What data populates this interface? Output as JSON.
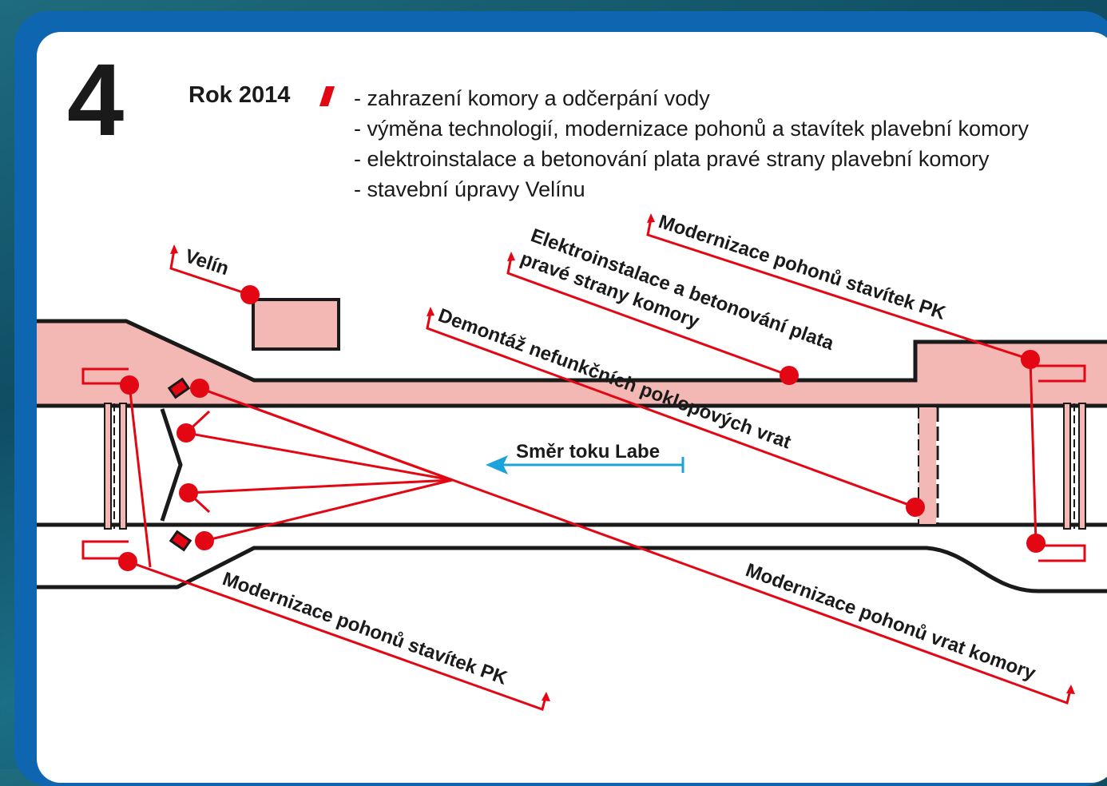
{
  "number": "4",
  "year": "Rok 2014",
  "tasks": [
    "- zahrazení komory a odčerpání vody",
    "- výměna technologií, modernizace pohonů a stavítek plavební komory",
    "- elektroinstalace a betonování plata pravé strany plavební komory",
    "- stavební úpravy Velínu"
  ],
  "labels": {
    "velin": "Velín",
    "mod_stavitek_top": "Modernizace pohonů stavítek PK",
    "elektro_line1": "Elektroinstalace a betonování plata",
    "elektro_line2": "pravé strany komory",
    "demontaz": "Demontáž nefunkčních poklopových vrat",
    "flow": "Směr toku Labe",
    "mod_vrat": "Modernizace pohonů vrat komory",
    "mod_stavitek_bottom": "Modernizace pohonů  stavítek PK"
  },
  "colors": {
    "accent_red": "#e30613",
    "bank_pink": "#f4b8b4",
    "flow_blue": "#1ba4dc",
    "frame_blue": "#0f66b0"
  }
}
